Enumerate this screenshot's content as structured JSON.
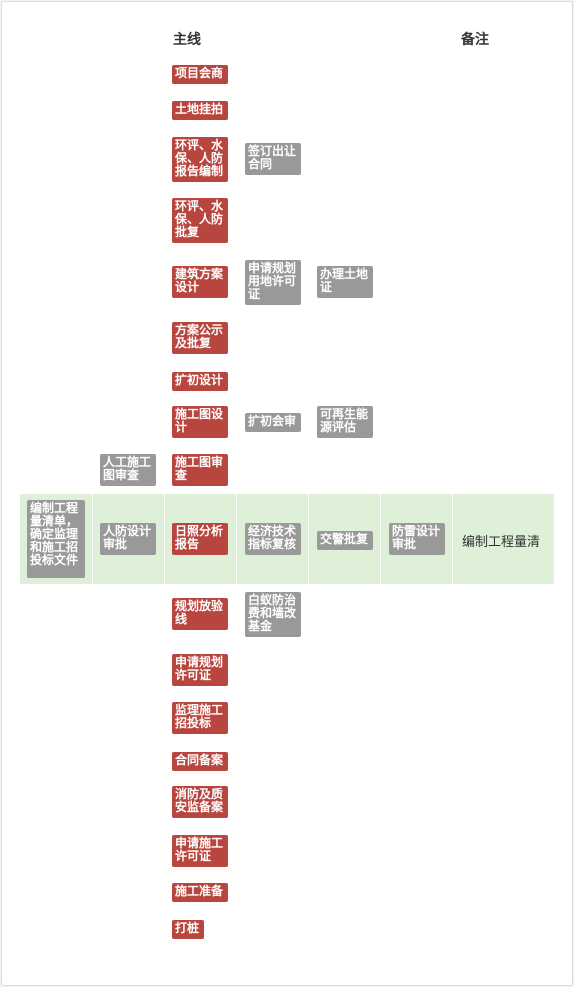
{
  "headers": {
    "mainline": "主线",
    "notes": "备注"
  },
  "colors": {
    "red": "#b8463f",
    "gray": "#999999",
    "band": "#dff0d8"
  },
  "col2": {
    "xiangmu": "项目会商",
    "tudi": "土地挂拍",
    "huanping_bianzhi": "环评、水保、人防报告编制",
    "huanping_pifu": "环评、水保、人防批复",
    "jianzhu": "建筑方案设计",
    "fangan": "方案公示及批复",
    "kuochu": "扩初设计",
    "shigongtu": "施工图设计",
    "shencha": "施工图审查",
    "rizhao": "日照分析报告",
    "guihua_yanxian": "规划放验线",
    "guihua_xuke": "申请规划许可证",
    "jianli": "监理施工招投标",
    "hetong_beian": "合同备案",
    "xiaofang": "消防及质安监备案",
    "shigong_xuke": "申请施工许可证",
    "zhunbei": "施工准备",
    "dazhuang": "打桩"
  },
  "col3": {
    "qianding": "签订出让合同",
    "yongdi": "申请规划用地许可证",
    "kuochu_huishen": "扩初会审",
    "jingji": "经济技术指标复核",
    "baiyi": "白蚁防治费和墙改基金"
  },
  "col4": {
    "banli": "办理土地证",
    "kezaisheng": "可再生能源评估",
    "jiaojing": "交警批复"
  },
  "col5": {
    "fanglei": "防雷设计审批"
  },
  "col1": {
    "rengong": "人工施工图审查",
    "renfang": "人防设计审批"
  },
  "col0": {
    "bianzhi": "编制工程量清单，确定监理和施工招投标文件"
  },
  "remark": "编制工程量清"
}
